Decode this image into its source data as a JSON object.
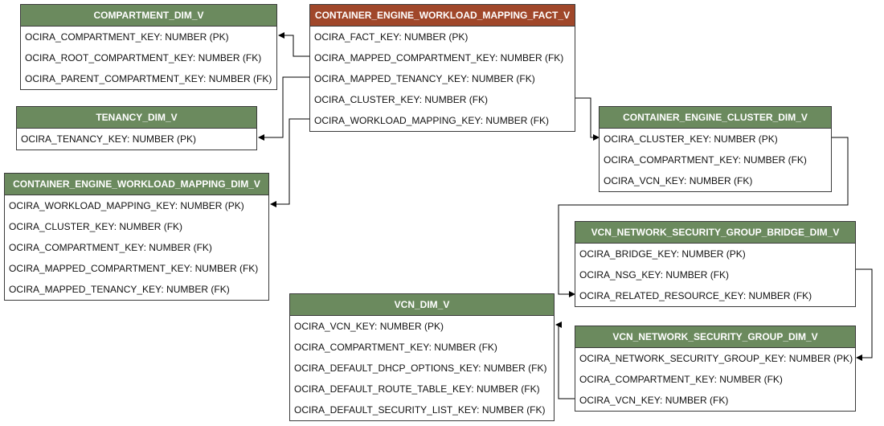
{
  "colors": {
    "dim_header": "#6b8a5e",
    "fact_header": "#a0472a",
    "line": "#000000"
  },
  "entities": {
    "compartment": {
      "title": "COMPARTMENT_DIM_V",
      "fields": [
        "OCIRA_COMPARTMENT_KEY: NUMBER (PK)",
        "OCIRA_ROOT_COMPARTMENT_KEY: NUMBER (FK)",
        "OCIRA_PARENT_COMPARTMENT_KEY: NUMBER (FK)"
      ]
    },
    "fact": {
      "title": "CONTAINER_ENGINE_WORKLOAD_MAPPING_FACT_V",
      "fields": [
        "OCIRA_FACT_KEY: NUMBER (PK)",
        "OCIRA_MAPPED_COMPARTMENT_KEY: NUMBER (FK)",
        "OCIRA_MAPPED_TENANCY_KEY: NUMBER (FK)",
        "OCIRA_CLUSTER_KEY: NUMBER (FK)",
        "OCIRA_WORKLOAD_MAPPING_KEY: NUMBER (FK)"
      ]
    },
    "tenancy": {
      "title": "TENANCY_DIM_V",
      "fields": [
        "OCIRA_TENANCY_KEY: NUMBER (PK)"
      ]
    },
    "cluster": {
      "title": "CONTAINER_ENGINE_CLUSTER_DIM_V",
      "fields": [
        "OCIRA_CLUSTER_KEY: NUMBER (PK)",
        "OCIRA_COMPARTMENT_KEY: NUMBER (FK)",
        "OCIRA_VCN_KEY: NUMBER (FK)"
      ]
    },
    "workload": {
      "title": "CONTAINER_ENGINE_WORKLOAD_MAPPING_DIM_V",
      "fields": [
        "OCIRA_WORKLOAD_MAPPING_KEY: NUMBER (PK)",
        "OCIRA_CLUSTER_KEY: NUMBER (FK)",
        "OCIRA_COMPARTMENT_KEY: NUMBER (FK)",
        "OCIRA_MAPPED_COMPARTMENT_KEY: NUMBER (FK)",
        "OCIRA_MAPPED_TENANCY_KEY: NUMBER (FK)"
      ]
    },
    "nsg_bridge": {
      "title": "VCN_NETWORK_SECURITY_GROUP_BRIDGE_DIM_V",
      "fields": [
        "OCIRA_BRIDGE_KEY: NUMBER (PK)",
        "OCIRA_NSG_KEY: NUMBER (FK)",
        "OCIRA_RELATED_RESOURCE_KEY: NUMBER (FK)"
      ]
    },
    "vcn": {
      "title": "VCN_DIM_V",
      "fields": [
        "OCIRA_VCN_KEY: NUMBER (PK)",
        "OCIRA_COMPARTMENT_KEY: NUMBER (FK)",
        "OCIRA_DEFAULT_DHCP_OPTIONS_KEY: NUMBER (FK)",
        "OCIRA_DEFAULT_ROUTE_TABLE_KEY: NUMBER (FK)",
        "OCIRA_DEFAULT_SECURITY_LIST_KEY: NUMBER (FK)"
      ]
    },
    "nsg": {
      "title": "VCN_NETWORK_SECURITY_GROUP_DIM_V",
      "fields": [
        "OCIRA_NETWORK_SECURITY_GROUP_KEY: NUMBER (PK)",
        "OCIRA_COMPARTMENT_KEY: NUMBER (FK)",
        "OCIRA_VCN_KEY: NUMBER (FK)"
      ]
    }
  }
}
